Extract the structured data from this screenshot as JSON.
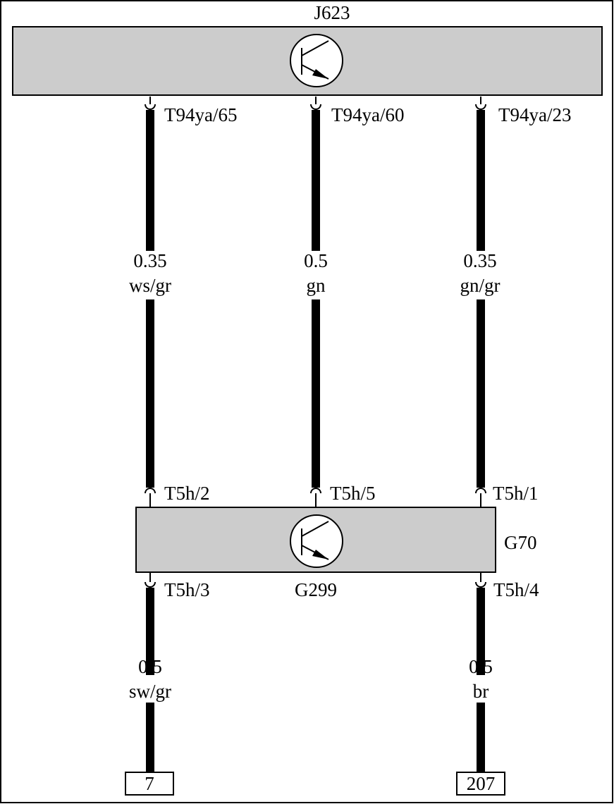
{
  "components": {
    "control_unit": {
      "label": "J623"
    },
    "sensor": {
      "label_top": "G70",
      "label_bottom": "G299"
    }
  },
  "wires": [
    {
      "top_pin": "T94ya/65",
      "mid_pin": "T5h/2",
      "section_upper": "0.35",
      "color_upper": "ws/gr",
      "bottom_pin": "T5h/3",
      "section_lower": "0.5",
      "color_lower": "sw/gr",
      "terminal": "7"
    },
    {
      "top_pin": "T94ya/60",
      "mid_pin": "T5h/5",
      "section_upper": "0.5",
      "color_upper": "gn"
    },
    {
      "top_pin": "T94ya/23",
      "mid_pin": "T5h/1",
      "section_upper": "0.35",
      "color_upper": "gn/gr",
      "bottom_pin": "T5h/4",
      "section_lower": "0.5",
      "color_lower": "br",
      "terminal": "207"
    }
  ],
  "colors": {
    "box_fill": "#cccccc",
    "line": "#000000",
    "background": "#ffffff"
  }
}
